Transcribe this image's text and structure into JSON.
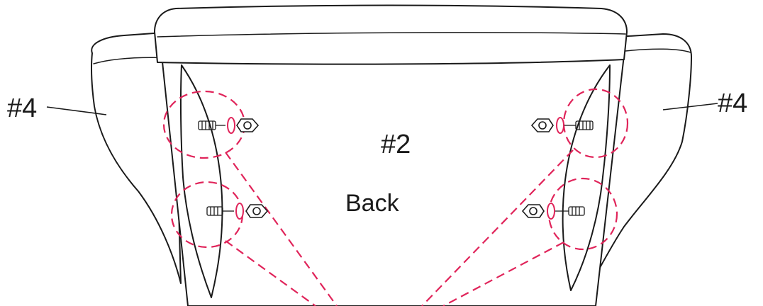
{
  "labels": {
    "left_armrest": "#4",
    "right_armrest": "#4",
    "backrest": "#2",
    "backrest_side": "Back"
  },
  "colors": {
    "line": "#1a1a1a",
    "highlight_dashes": "#e0245a",
    "background": "#ffffff"
  },
  "icons": {
    "bolt": "bolt-icon",
    "washer": "washer-icon",
    "nut": "nut-icon"
  }
}
